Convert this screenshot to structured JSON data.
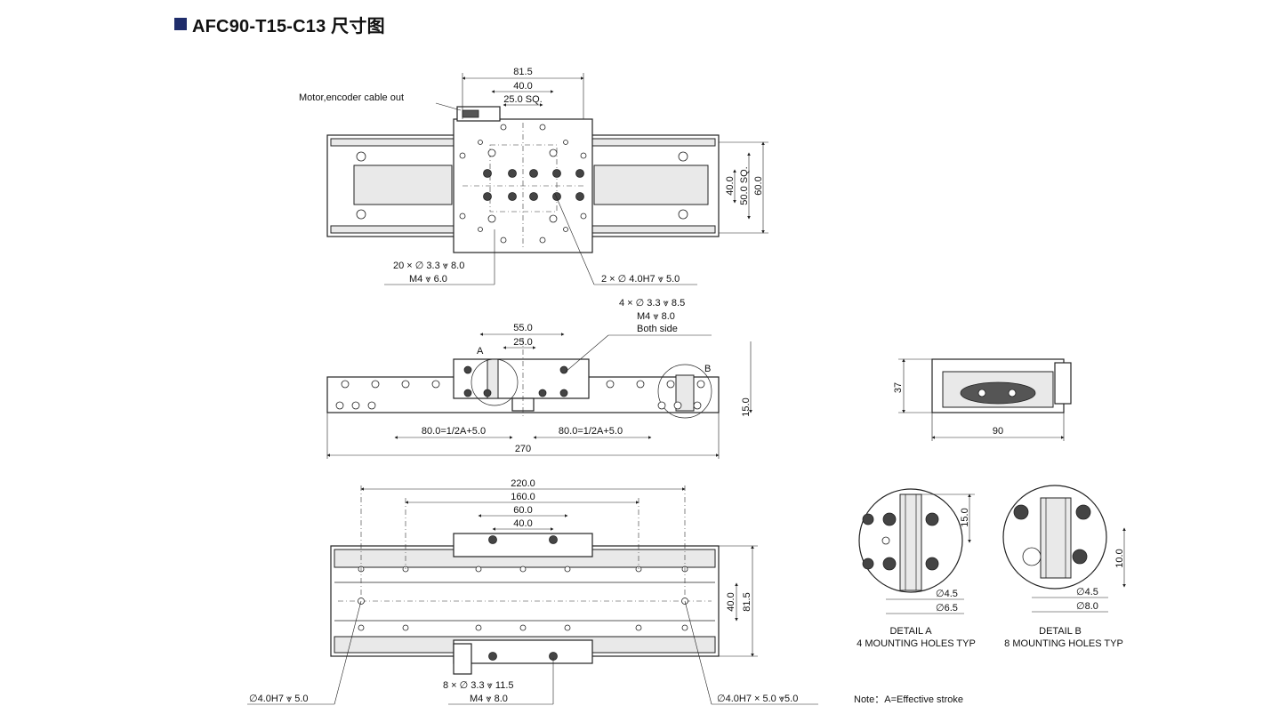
{
  "title": "AFC90-T15-C13 尺寸图",
  "top_view": {
    "dims": [
      "81.5",
      "40.0",
      "25.0 SQ.",
      "40.0",
      "50.0 SQ.",
      "60.0"
    ],
    "cable_label": "Motor,encoder cable out",
    "callout_left_1": "20 × ∅ 3.3 ⩔ 8.0",
    "callout_left_2": "M4 ⩔ 6.0",
    "callout_right": "2 × ∅ 4.0H7 ⩔ 5.0"
  },
  "side_view": {
    "callout_1": "4 × ∅ 3.3 ⩔ 8.5",
    "callout_2": "M4 ⩔ 8.0",
    "callout_3": "Both side",
    "dims": [
      "55.0",
      "25.0",
      "15.0",
      "80.0=1/2A+5.0",
      "80.0=1/2A+5.0",
      "270"
    ],
    "label_a": "A",
    "label_b": "B"
  },
  "end_view": {
    "dims": [
      "37",
      "90"
    ]
  },
  "bottom_view": {
    "dims": [
      "220.0",
      "160.0",
      "60.0",
      "40.0",
      "40.0",
      "81.5"
    ],
    "callout_left": "∅4.0H7 ⩔ 5.0",
    "callout_center_1": "8 × ∅ 3.3 ⩔ 11.5",
    "callout_center_2": "M4 ⩔ 8.0",
    "callout_right": "∅4.0H7 × 5.0 ⩔5.0"
  },
  "detail_a": {
    "dims": [
      "15.0",
      "∅4.5",
      "∅6.5"
    ],
    "caption_1": "DETAIL A",
    "caption_2": "4 MOUNTING HOLES TYP"
  },
  "detail_b": {
    "dims": [
      "10.0",
      "∅4.5",
      "∅8.0"
    ],
    "caption_1": "DETAIL B",
    "caption_2": "8 MOUNTING HOLES TYP"
  },
  "note": "Note：A=Effective stroke"
}
